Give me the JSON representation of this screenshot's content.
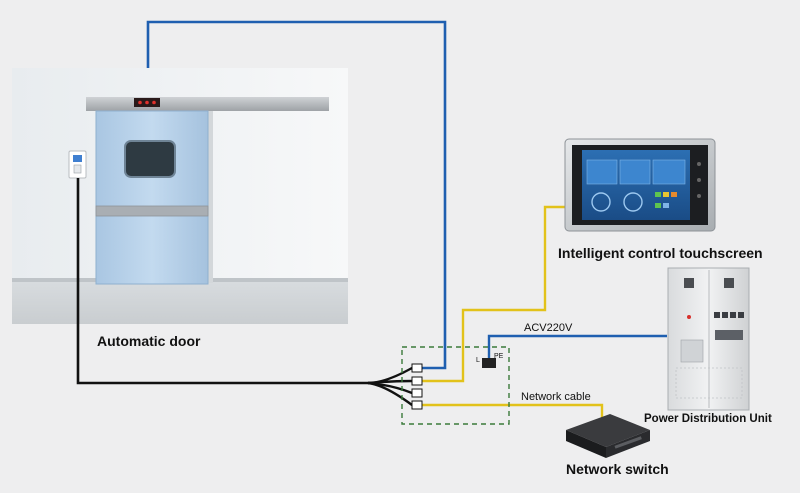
{
  "labels": {
    "automatic_door": "Automatic door",
    "touchscreen": "Intelligent control touchscreen",
    "pdu": "Power Distribution Unit",
    "network_switch": "Network switch",
    "acv": "ACV220V",
    "network_cable": "Network cable",
    "terminal_l": "L",
    "terminal_pe": "PE"
  },
  "colors": {
    "power_line": "#1f5fb0",
    "signal_line": "#e2c21a",
    "door_line": "#111111",
    "junction_box": "#3a7a3a",
    "door_panel": "#b9d3ea",
    "background": "#eeeeef"
  }
}
